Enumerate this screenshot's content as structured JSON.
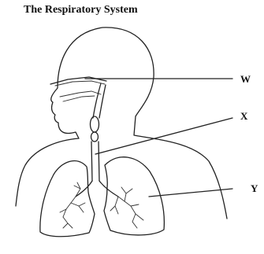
{
  "title": "The Respiratory System",
  "labels": {
    "w": "W",
    "x": "X",
    "y": "Y"
  }
}
